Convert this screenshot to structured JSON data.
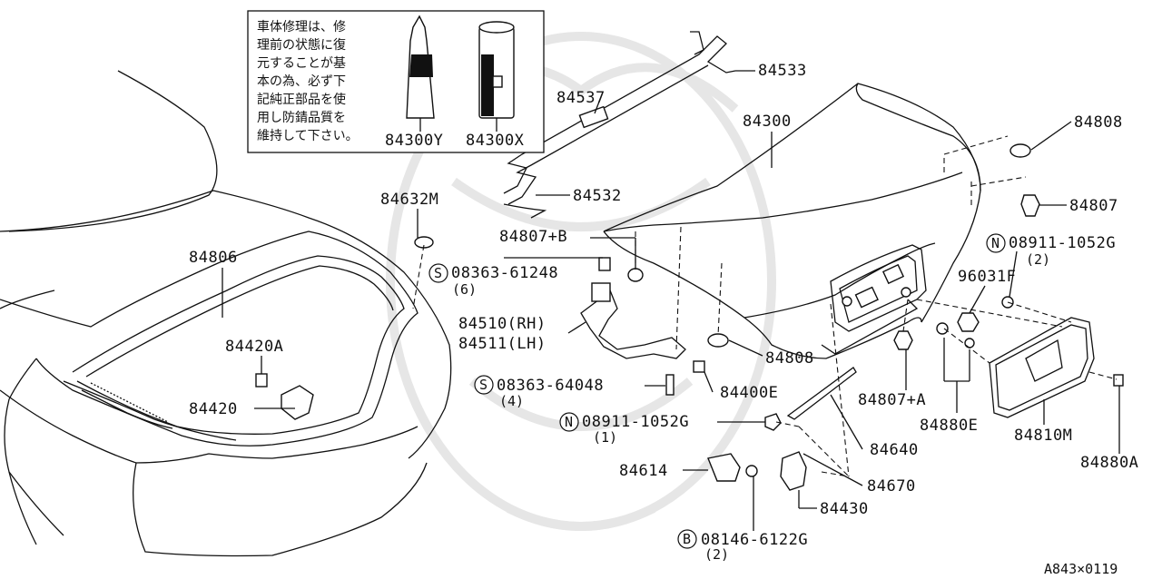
{
  "note": {
    "lines": [
      "車体修理は、修",
      "理前の状態に復",
      "元することが基",
      "本の為、必ず下",
      "記純正部品を使",
      "用し防錆品質を",
      "維持して下さい。"
    ],
    "parts": [
      "84300Y",
      "84300X"
    ]
  },
  "labels": {
    "p84537": "84537",
    "p84533": "84533",
    "p84300": "84300",
    "p84808a": "84808",
    "p84807": "84807",
    "p84532": "84532",
    "p84632M": "84632M",
    "p84806": "84806",
    "p84807B": "84807+B",
    "s08363_61248": "08363-61248",
    "s08363_61248_qty": "(6)",
    "p84510": "84510(RH)",
    "p84511": "84511(LH)",
    "p84808b": "84808",
    "p84420A": "84420A",
    "p84420": "84420",
    "s08363_64048": "08363-64048",
    "s08363_64048_qty": "(4)",
    "p84400E": "84400E",
    "n08911_1052G_a": "08911-1052G",
    "n08911_1052G_a_qty": "(2)",
    "p96031F": "96031F",
    "p84807A": "84807+A",
    "p84880E": "84880E",
    "p84810M": "84810M",
    "p84880A": "84880A",
    "n08911_1052G_b": "08911-1052G",
    "n08911_1052G_b_qty": "(1)",
    "p84640": "84640",
    "p84614": "84614",
    "p84670": "84670",
    "p84430": "84430",
    "b08146_6122G": "08146-6122G",
    "b08146_6122G_qty": "(2)",
    "code": "A843×0119"
  },
  "prefix_symbols": {
    "S": "S",
    "N": "N",
    "B": "B"
  }
}
